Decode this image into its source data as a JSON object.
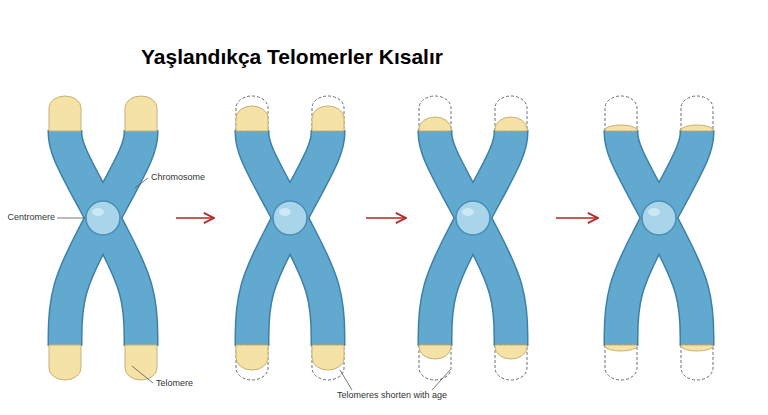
{
  "diagram": {
    "title": "Yaşlandıkça Telomerler Kısalır",
    "labels": [
      "Chromosome",
      "Centromere",
      "Telomere",
      "Telomeres shorten with age"
    ]
  }
}
